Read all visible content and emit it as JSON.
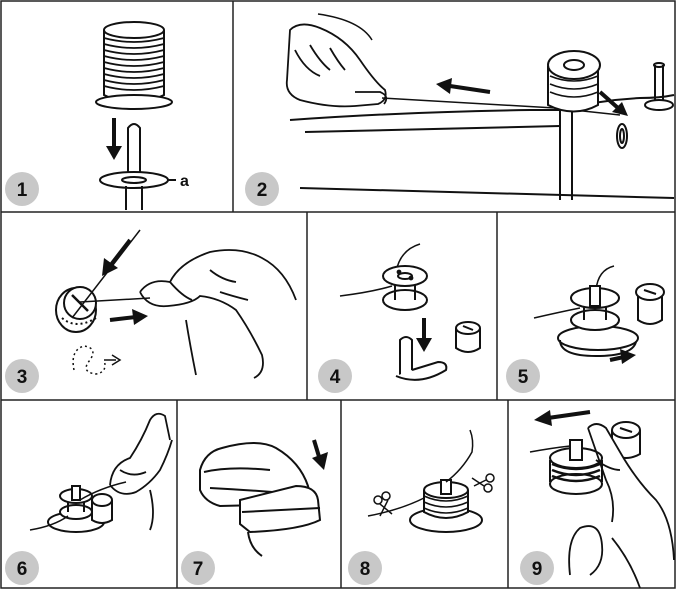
{
  "steps": [
    {
      "number": "1",
      "caption_label": "a"
    },
    {
      "number": "2"
    },
    {
      "number": "3"
    },
    {
      "number": "4"
    },
    {
      "number": "5"
    },
    {
      "number": "6"
    },
    {
      "number": "7"
    },
    {
      "number": "8"
    },
    {
      "number": "9"
    }
  ],
  "colors": {
    "line": "#111111",
    "badge_fill": "#c8c8c8",
    "panel_border": "#222222",
    "background": "#ffffff"
  }
}
